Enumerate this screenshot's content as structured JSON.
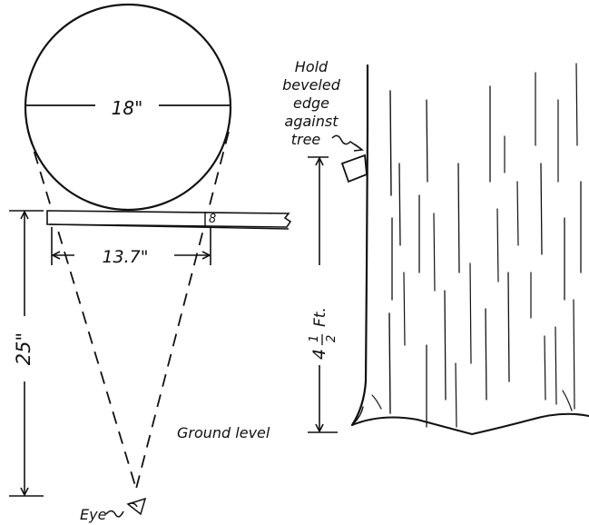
{
  "labels": {
    "diameter": "18\"",
    "stick_mark": "8",
    "stick_width": "13.7\"",
    "eye_distance": "25\"",
    "eye": "Eye",
    "hold_note": [
      "Hold",
      "beveled",
      "edge",
      "against",
      "tree"
    ],
    "height_whole": "4",
    "height_num": "1",
    "height_den": "2",
    "height_unit": "Ft.",
    "ground": "Ground level"
  },
  "colors": {
    "ink": "#111111",
    "paper": "#ffffff"
  },
  "icons": {
    "eye": "eye-icon"
  }
}
